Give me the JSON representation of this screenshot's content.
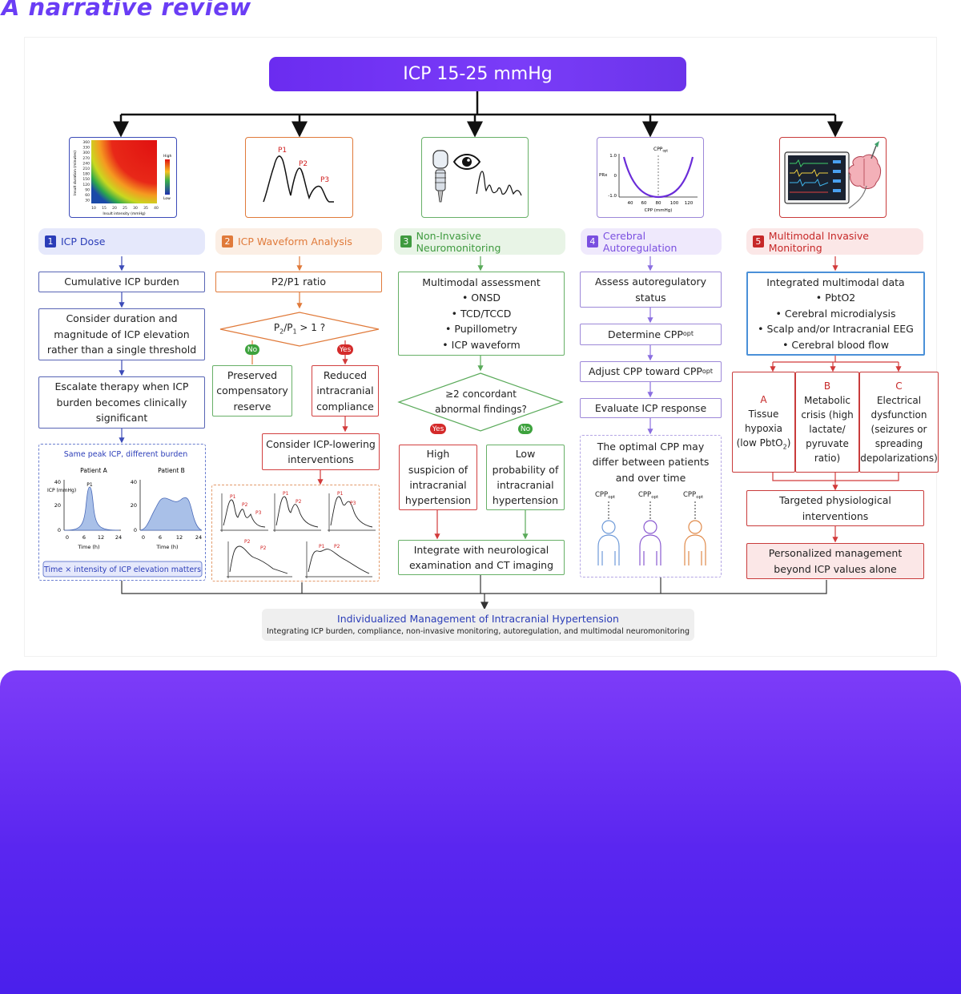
{
  "page_heading": "A narrative review",
  "top_title": "ICP 15-25 mmHg",
  "colors": {
    "accent_purple": "#6b2cf0",
    "blue": "#2b3db8",
    "orange": "#e07a3a",
    "green": "#3f9a3f",
    "violet": "#7a4fe0",
    "red": "#c62828"
  },
  "col1": {
    "num": "1",
    "header": "ICP Dose",
    "heat_yticks": [
      "360",
      "330",
      "300",
      "270",
      "240",
      "210",
      "180",
      "150",
      "120",
      "90",
      "60",
      "30"
    ],
    "heat_xticks": [
      "10",
      "15",
      "20",
      "25",
      "30",
      "35",
      "40"
    ],
    "heat_ylabel": "Insult duration (minutes)",
    "heat_xlabel": "Insult intensity (mmHg)",
    "heat_high": "High",
    "heat_low": "Low",
    "step1": "Cumulative ICP burden",
    "step2": "Consider duration and magnitude of ICP elevation rather than a single threshold",
    "step3": "Escalate therapy when ICP burden becomes clinically significant",
    "plot_title": "Same peak ICP, different burden",
    "patient_a": "Patient A",
    "patient_b": "Patient B",
    "p1": "P1",
    "ylabel": "ICP (mmHg)",
    "y40": "40",
    "y20": "20",
    "y0": "0",
    "x0": "0",
    "x6": "6",
    "x12": "12",
    "x24": "24",
    "xlabel": "Time (h)",
    "footer": "Time × intensity of ICP elevation matters"
  },
  "col2": {
    "num": "2",
    "header": "ICP Waveform Analysis",
    "p1": "P1",
    "p2": "P2",
    "p3": "P3",
    "step1": "P2/P1 ratio",
    "decision_pre": "P",
    "decision_sub1": "2",
    "decision_mid": "/P",
    "decision_sub2": "1",
    "decision_post": " > 1 ?",
    "no": "No",
    "yes": "Yes",
    "left": "Preserved compensatory reserve",
    "right": "Reduced intracranial compliance",
    "step_interv": "Consider ICP-lowering interventions"
  },
  "col3": {
    "num": "3",
    "header": "Non-Invasive Neuromonitoring",
    "assess_title": "Multimodal assessment",
    "items": [
      "ONSD",
      "TCD/TCCD",
      "Pupillometry",
      "ICP waveform"
    ],
    "decision": "≥2 concordant abnormal findings?",
    "yes": "Yes",
    "no": "No",
    "left": "High suspicion of intracranial hypertension",
    "right": "Low probability of intracranial hypertension",
    "integrate": "Integrate with neurological examination and CT imaging"
  },
  "col4": {
    "num": "4",
    "header": "Cerebral Autoregulation",
    "chart_cpp": "CPP",
    "chart_opt": "opt",
    "chart_y1": "1.0",
    "chart_y0": "0",
    "chart_ym": "-1.0",
    "chart_ylabel": "PRx",
    "chart_xticks": [
      "40",
      "60",
      "80",
      "100",
      "120"
    ],
    "chart_xlabel": "CPP (mmHg)",
    "step1": "Assess autoregulatory status",
    "step2_pre": "Determine CPP",
    "step3_pre": "Adjust CPP toward CPP",
    "opt": "opt",
    "step4": "Evaluate ICP response",
    "note": "The optimal CPP may differ between patients and over time",
    "cpp": "CPP"
  },
  "col5": {
    "num": "5",
    "header": "Multimodal Invasive Monitoring",
    "data_title": "Integrated multimodal data",
    "items": [
      "PbtO2",
      "Cerebral microdialysis",
      "Scalp and/or Intracranial EEG",
      "Cerebral blood flow"
    ],
    "a_letter": "A",
    "a_text1": "Tissue hypoxia",
    "a_text2_pre": "(low PbtO",
    "a_text2_sub": "2",
    "a_text2_post": ")",
    "b_letter": "B",
    "b_text": "Metabolic crisis (high lactate/ pyruvate ratio)",
    "c_letter": "C",
    "c_text": "Electrical dysfunction (seizures or spreading depolarizations)",
    "targeted": "Targeted physiological interventions",
    "personalized": "Personalized management beyond ICP values alone"
  },
  "bottom": {
    "title": "Individualized Management of Intracranial Hypertension",
    "subtitle": "Integrating ICP burden, compliance, non-invasive monitoring, autoregulation, and multimodal neuromonitoring"
  }
}
